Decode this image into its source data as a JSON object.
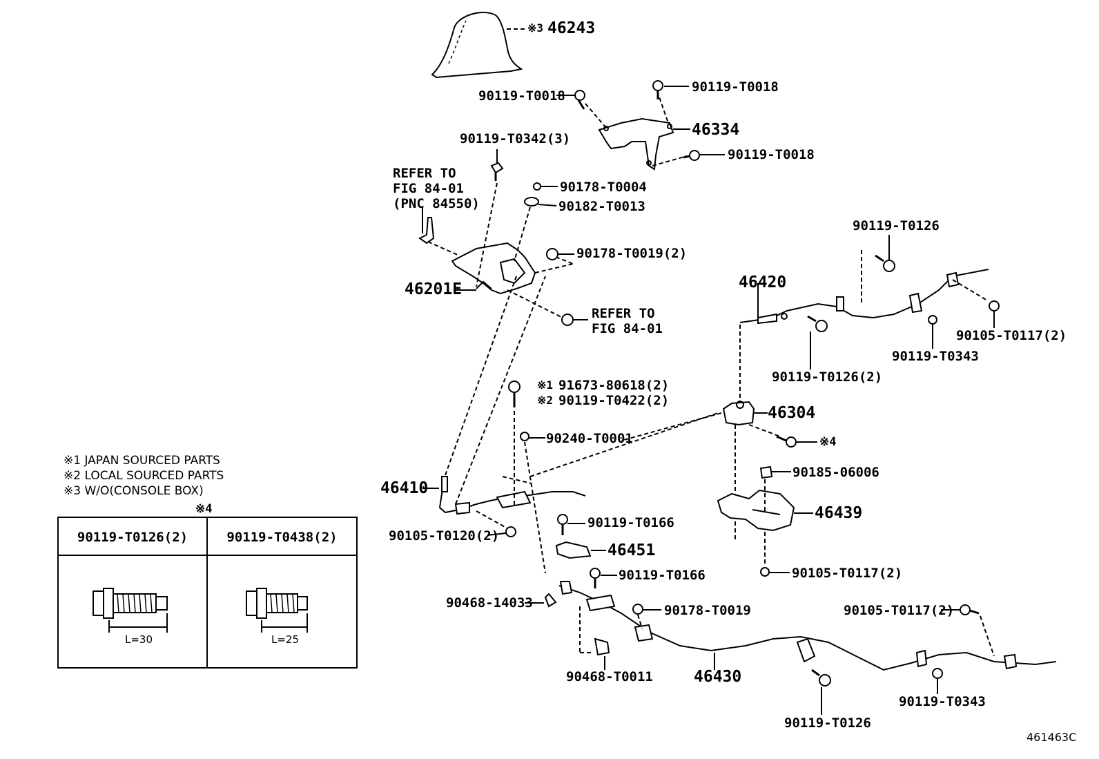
{
  "parts": {
    "p46243": "46243",
    "p46243_mark": "※3",
    "b0018_a": "90119-T0018",
    "b0018_b": "90119-T0018",
    "b0018_c": "90119-T0018",
    "p46334": "46334",
    "b0342": "90119-T0342(3)",
    "n0004": "90178-T0004",
    "w0013": "90182-T0013",
    "n0019_2": "90178-T0019(2)",
    "p46201E": "46201E",
    "b0126_top": "90119-T0126",
    "p46420": "46420",
    "c0117_r": "90105-T0117(2)",
    "b0343_top": "90119-T0343",
    "b0126_2": "90119-T0126(2)",
    "b80618": "91673-80618(2)",
    "b80618_mark": "※1",
    "b0422": "90119-T0422(2)",
    "b0422_mark": "※2",
    "p46304": "46304",
    "mark4": "※4",
    "s0001": "90240-T0001",
    "p46410": "46410",
    "c0120": "90105-T0120(2)",
    "b0166_a": "90119-T0166",
    "p46451": "46451",
    "b0166_b": "90119-T0166",
    "n06006": "90185-06006",
    "p46439": "46439",
    "c0117_m": "90105-T0117(2)",
    "cl14033": "90468-14033",
    "n0019": "90178-T0019",
    "c0117_b": "90105-T0117(2)",
    "cl0011": "90468-T0011",
    "p46430": "46430",
    "b0343_bot": "90119-T0343",
    "b0126_bot": "90119-T0126"
  },
  "refs": {
    "refer1": "REFER TO\nFIG 84-01\n(PNC 84550)",
    "refer2": "REFER TO\nFIG 84-01"
  },
  "notes": {
    "n1": "※1 JAPAN SOURCED PARTS",
    "n2": "※2 LOCAL SOURCED PARTS",
    "n3": "※3 W/O(CONSOLE BOX)"
  },
  "table": {
    "title": "※4",
    "col1": "90119-T0126(2)",
    "col2": "90119-T0438(2)",
    "len1": "L=30",
    "len2": "L=25"
  },
  "figure_number": "461463C"
}
